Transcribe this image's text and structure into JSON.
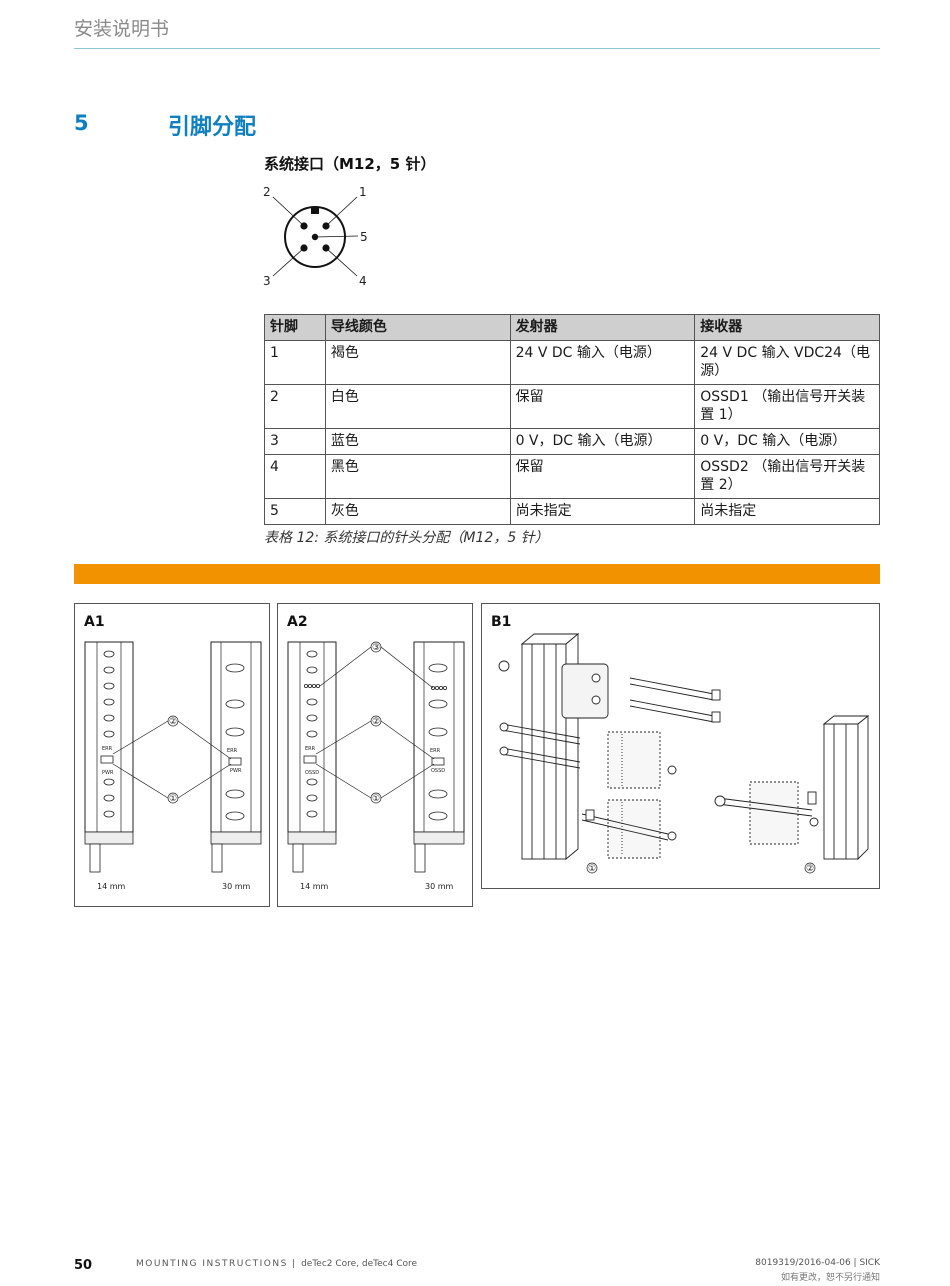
{
  "header": {
    "title": "安装说明书"
  },
  "section": {
    "number": "5",
    "title": "引脚分配"
  },
  "connector": {
    "subtitle": "系统接口（M12，5 针）",
    "pin_labels": [
      "1",
      "2",
      "3",
      "4",
      "5"
    ]
  },
  "table": {
    "headers": [
      "针脚",
      "导线颜色",
      "发射器",
      "接收器"
    ],
    "rows": [
      [
        "1",
        "褐色",
        "24 V DC 输入（电源）",
        "24 V DC 输入 VDC24（电源）"
      ],
      [
        "2",
        "白色",
        "保留",
        "OSSD1 （输出信号开关装置 1）"
      ],
      [
        "3",
        "蓝色",
        "0 V，DC 输入（电源）",
        "0 V，DC 输入（电源）"
      ],
      [
        "4",
        "黑色",
        "保留",
        "OSSD2 （输出信号开关装置 2）"
      ],
      [
        "5",
        "灰色",
        "尚未指定",
        "尚未指定"
      ]
    ],
    "caption": "表格 12: 系统接口的针头分配（M12，5 针）"
  },
  "figures": {
    "a1": {
      "label": "A1",
      "dim_left": "14 mm",
      "dim_right": "30 mm",
      "callouts": [
        "②",
        "①"
      ],
      "led_labels": [
        "ERR",
        "PWR"
      ]
    },
    "a2": {
      "label": "A2",
      "dim_left": "14 mm",
      "dim_right": "30 mm",
      "callouts": [
        "③",
        "②",
        "①"
      ],
      "led_labels": [
        "ERR",
        "OSSD"
      ]
    },
    "b1": {
      "label": "B1",
      "callouts": [
        "①",
        "②"
      ]
    }
  },
  "footer": {
    "page_number": "50",
    "doc_type": "MOUNTING INSTRUCTIONS",
    "product": "deTec2 Core, deTec4 Core",
    "doc_id": "8019319/2016-04-06 | SICK",
    "note": "如有更改，恕不另行通知"
  },
  "colors": {
    "accent_blue": "#0e7fc0",
    "accent_orange": "#f39200",
    "rule_teal": "#8fc6cf"
  }
}
